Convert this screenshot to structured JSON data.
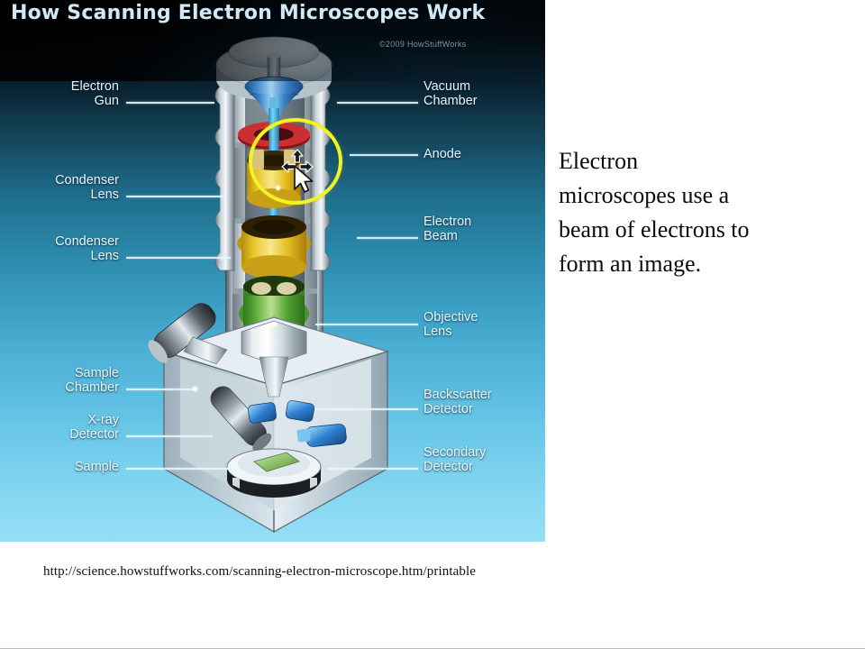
{
  "slide": {
    "body_text_lines": [
      "Electron",
      "microscopes use a",
      "beam of electrons to",
      "form an image."
    ],
    "source_url": "http://science.howstuffworks.com/scanning-electron-microscope.htm/printable"
  },
  "diagram": {
    "title": "How Scanning Electron Microscopes Work",
    "copyright": "©2009 HowStuffWorks",
    "labels_left": [
      {
        "id": "electron-gun",
        "text": "Electron\nGun"
      },
      {
        "id": "condenser-lens-1",
        "text": "Condenser\nLens"
      },
      {
        "id": "condenser-lens-2",
        "text": "Condenser\nLens"
      },
      {
        "id": "sample-chamber",
        "text": "Sample\nChamber"
      },
      {
        "id": "x-ray-detector",
        "text": "X-ray\nDetector"
      },
      {
        "id": "sample",
        "text": "Sample"
      }
    ],
    "labels_right": [
      {
        "id": "vacuum-chamber",
        "text": "Vacuum\nChamber"
      },
      {
        "id": "anode",
        "text": "Anode"
      },
      {
        "id": "electron-beam",
        "text": "Electron\nBeam"
      },
      {
        "id": "objective-lens",
        "text": "Objective\nLens"
      },
      {
        "id": "backscatter-detector",
        "text": "Backscatter\nDetector"
      },
      {
        "id": "secondary-detector",
        "text": "Secondary\nDetector"
      }
    ]
  },
  "annotation": {
    "highlight_shape": "circle",
    "highlight_color": "#f2f226",
    "cursor_type": "move-cursor"
  },
  "colors": {
    "background_top": "#010406",
    "background_bottom": "#95def5",
    "title_text": "#cfe9f7",
    "label_text": "#eaf7ff",
    "condenser_lens": "#e8c327",
    "objective_lens": "#5aa832",
    "beam": "#3fc0e8",
    "anode_ring": "#c0282a",
    "page_background": "#ffffff"
  }
}
